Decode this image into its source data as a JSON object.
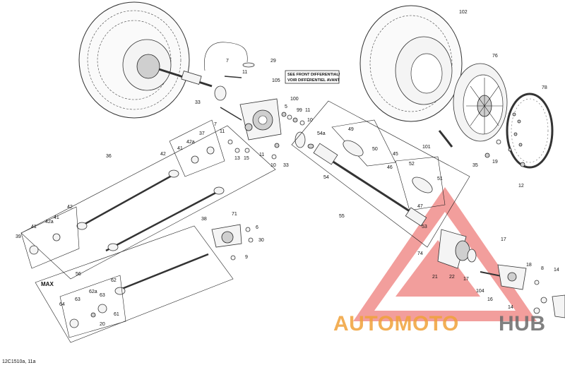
{
  "callouts": [
    "102",
    "76",
    "78",
    "7",
    "29",
    "11",
    "105",
    "33",
    "100",
    "5",
    "99",
    "11",
    "10",
    "7",
    "11",
    "13",
    "15",
    "11",
    "10",
    "54a",
    "49",
    "50",
    "45",
    "46",
    "52",
    "51",
    "33",
    "101",
    "35",
    "19",
    "12",
    "36",
    "42a",
    "37",
    "42",
    "41",
    "54",
    "55",
    "47",
    "53",
    "38",
    "71",
    "6",
    "30",
    "9",
    "42",
    "42a",
    "41",
    "39",
    "41",
    "56",
    "62",
    "MAX",
    "62a",
    "63",
    "63",
    "64",
    "61",
    "20",
    "74",
    "21",
    "22",
    "17",
    "17",
    "104",
    "16",
    "18",
    "8",
    "14",
    "14"
  ],
  "note": {
    "line1": "SEE FRONT DIFFERENTIAL/",
    "line2": "VOIR DIFFÉRENTIEL AVANT"
  },
  "max_label": "MAX",
  "diagram_code": "12C1510a, 11a",
  "watermark": {
    "part1": "AUTOMOTO",
    "part2": "HUB"
  },
  "colors": {
    "watermark_red": "#e8504c",
    "watermark_orange": "#f0a23a",
    "watermark_gray": "#6b6b6b"
  }
}
